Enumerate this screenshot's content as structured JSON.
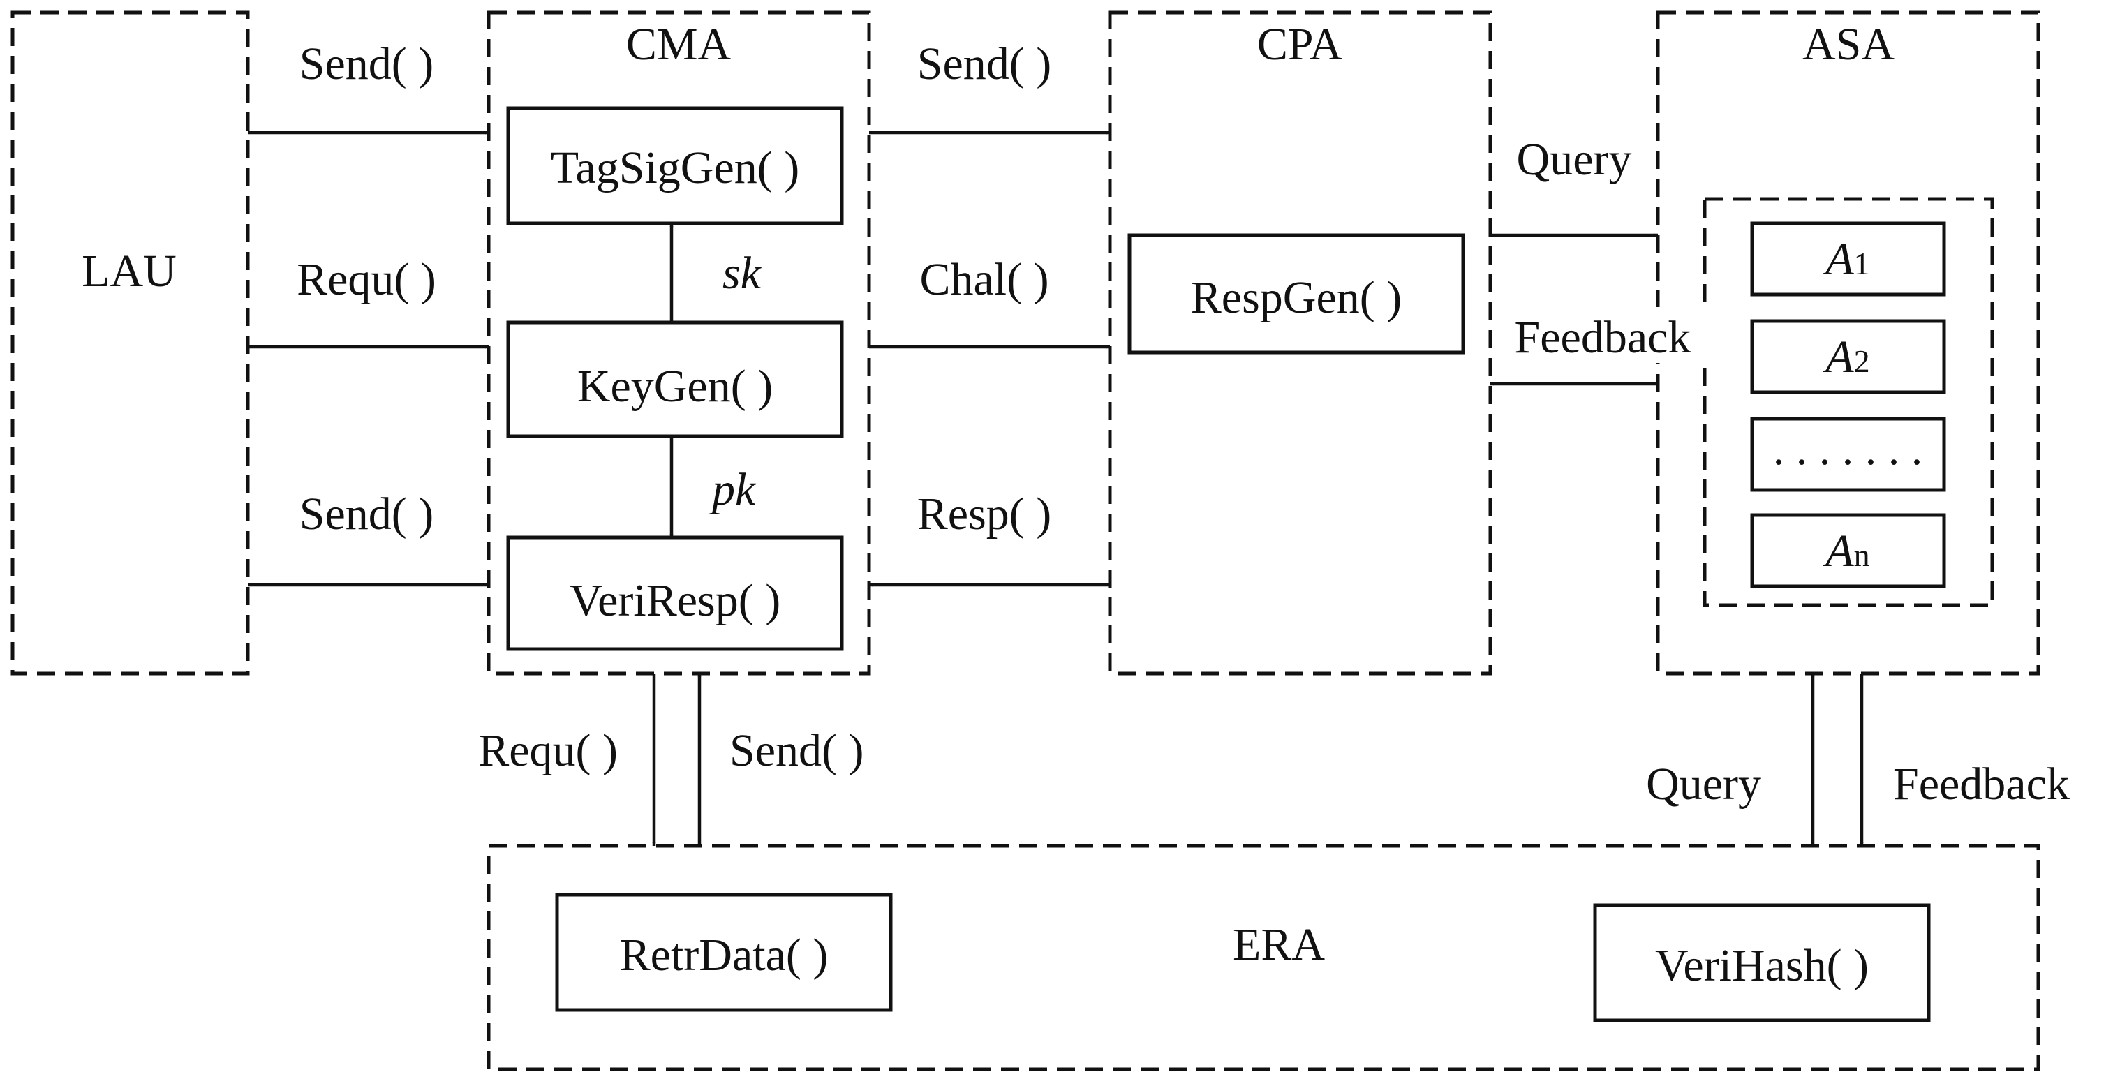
{
  "entities": {
    "lau": "LAU",
    "cma": "CMA",
    "cpa": "CPA",
    "asa": "ASA",
    "era": "ERA"
  },
  "functions": {
    "tagsiggen": "TagSigGen( )",
    "keygen": "KeyGen( )",
    "veriresp": "VeriResp( )",
    "respgen": "RespGen( )",
    "retrdata": "RetrData( )",
    "verihash": "VeriHash( )"
  },
  "keys": {
    "sk": "sk",
    "pk": "pk"
  },
  "auditors": {
    "a1": {
      "base": "A",
      "sub": "1"
    },
    "a2": {
      "base": "A",
      "sub": "2"
    },
    "ellipsis": ". . . . . . .",
    "an": {
      "base": "A",
      "sub": "n"
    }
  },
  "messages": {
    "lau_cma_send": "Send( )",
    "lau_cma_requ": "Requ( )",
    "cma_lau_send": "Send( )",
    "cma_cpa_send": "Send( )",
    "cma_cpa_chal": "Chal( )",
    "cpa_cma_resp": "Resp( )",
    "cpa_asa_query": "Query",
    "asa_cpa_feedback": "Feedback",
    "cma_era_requ": "Requ( )",
    "era_cma_send": "Send( )",
    "era_asa_query": "Query",
    "asa_era_feedback": "Feedback"
  }
}
